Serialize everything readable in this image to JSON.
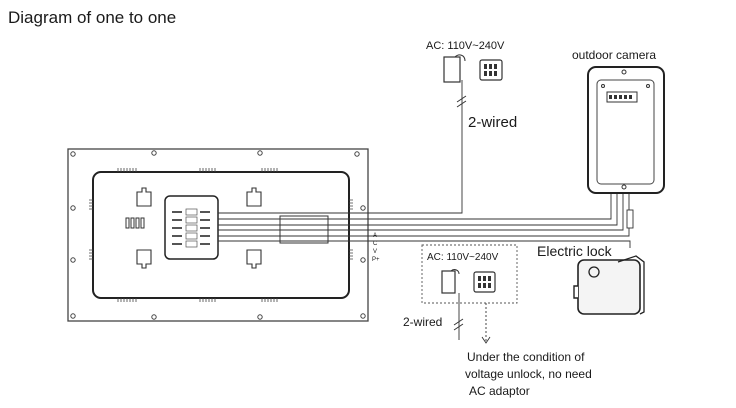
{
  "title": "Diagram of one to one",
  "labels": {
    "ac_top": "AC: 110V~240V",
    "two_wired_top": "2-wired",
    "outdoor_camera": "outdoor camera",
    "electric_lock": "Electric lock",
    "ac_bottom": "AC: 110V~240V",
    "two_wired_bottom": "2-wired",
    "terminal_letters": [
      "A",
      "C",
      "V",
      "P+"
    ],
    "note_lines": [
      "Under the condition of",
      "voltage unlock, no need",
      "AC adaptor"
    ]
  },
  "colors": {
    "line": "#333333",
    "text": "#1a1a1a",
    "panel_fill": "#ffffff",
    "lock_fill": "#f4f4f4"
  }
}
